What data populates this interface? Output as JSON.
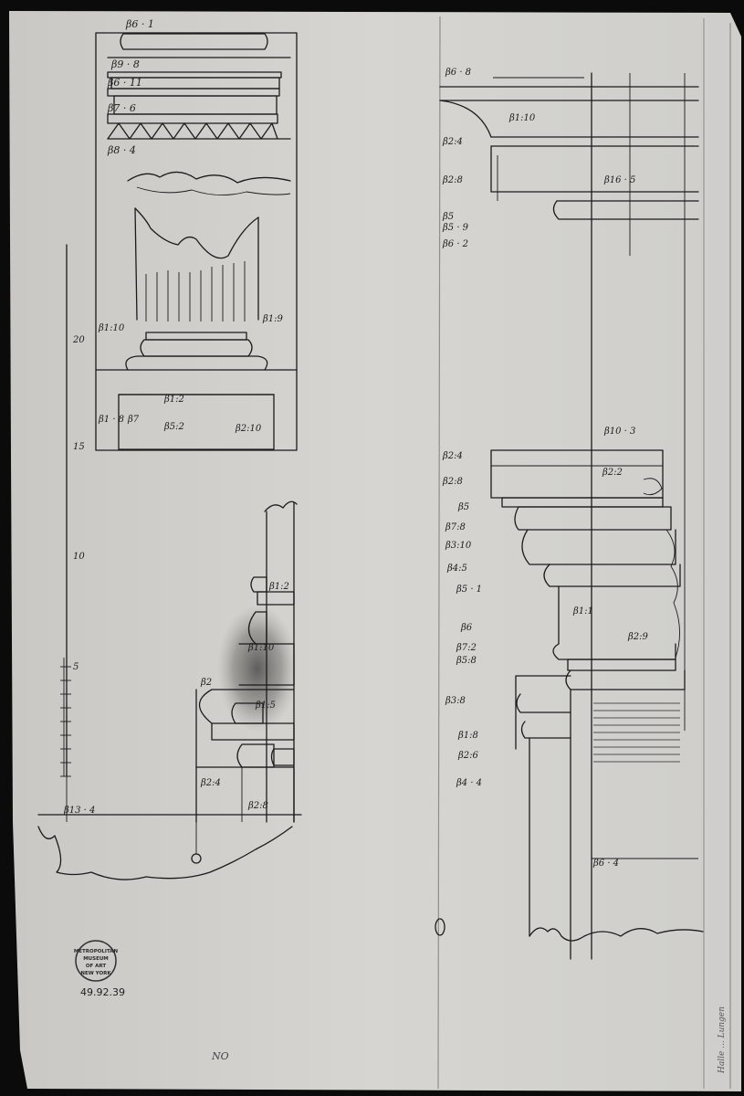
{
  "sheet": {
    "accession_number": "49.92.39",
    "bottom_mark": "NO",
    "side_inscription": "Halle ... Lungen",
    "stamp_text": [
      "METROPOLITAN",
      "MUSEUM",
      "OF ART",
      "NEW YORK"
    ]
  },
  "annotations": {
    "top_left": [
      "β6 · 1",
      "β9 · 8",
      "β6 · 11",
      "β7 · 6",
      "β8 · 4"
    ],
    "base_left": [
      "β1:10",
      "β1:9",
      "β1:2",
      "β1 · 8",
      "β7",
      "β5:2",
      "β2:10"
    ],
    "scale": [
      "20",
      "15",
      "10",
      "5"
    ],
    "lower_left": [
      "β2",
      "β1:10",
      "β1:2",
      "β13 · 4",
      "β2:4",
      "β2:8",
      "β1:5"
    ],
    "right_top": [
      "β6 · 8",
      "β1:10",
      "β2:4",
      "β2:8",
      "β5",
      "β5 · 9",
      "β6 · 2",
      "β16 · 5"
    ],
    "right_column": [
      "β2:4",
      "β2:8",
      "β5",
      "β7:8",
      "β3:10",
      "β4:5",
      "β5 · 1",
      "β6",
      "β7:2",
      "β5:8",
      "β3:8",
      "β1:8",
      "β2:6",
      "β4 · 4",
      "β10 · 3",
      "β6 · 4",
      "β2:2",
      "β2:9",
      "β1:1"
    ]
  }
}
